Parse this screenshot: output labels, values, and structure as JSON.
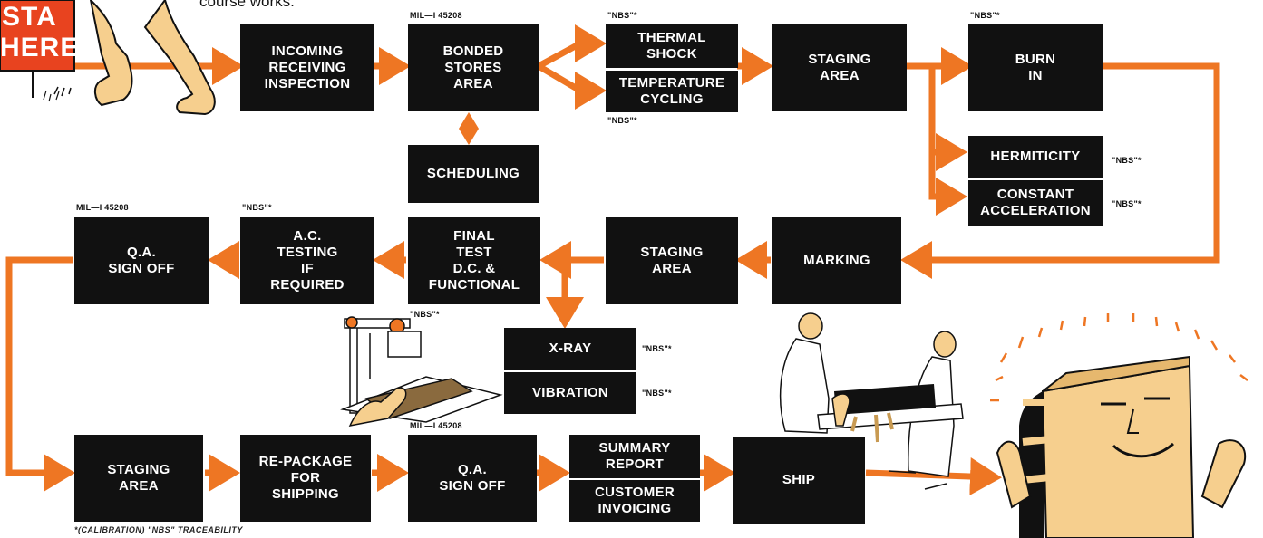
{
  "sign": {
    "line1": "STA",
    "line2": "HERE"
  },
  "intro_text": "course works.",
  "footnote": "*(CALIBRATION) \"NBS\" TRACEABILITY",
  "boxes": {
    "incoming": "INCOMING\nRECEIVING\nINSPECTION",
    "bonded": "BONDED\nSTORES\nAREA",
    "scheduling": "SCHEDULING",
    "thermal": "THERMAL\nSHOCK",
    "tempcycle": "TEMPERATURE\nCYCLING",
    "staging1": "STAGING\nAREA",
    "burnin": "BURN\nIN",
    "hermiticity": "HERMITICITY",
    "constaccel": "CONSTANT\nACCELERATION",
    "marking": "MARKING",
    "staging2": "STAGING\nAREA",
    "finaltest": "FINAL\nTEST\nD.C. &\nFUNCTIONAL",
    "actesting": "A.C.\nTESTING\nIF\nREQUIRED",
    "qasignoff1": "Q.A.\nSIGN OFF",
    "xray": "X-RAY",
    "vibration": "VIBRATION",
    "staging3": "STAGING\nAREA",
    "repackage": "RE-PACKAGE\nFOR\nSHIPPING",
    "qasignoff2": "Q.A.\nSIGN OFF",
    "summary": "SUMMARY\nREPORT",
    "invoicing": "CUSTOMER\nINVOICING",
    "ship": "SHIP"
  },
  "tags": {
    "mil_bonded": "MIL—I 45208",
    "nbs_thermal": "\"NBS\"*",
    "nbs_tempcycle": "\"NBS\"*",
    "nbs_burnin": "\"NBS\"*",
    "nbs_hermiticity": "\"NBS\"*",
    "nbs_constaccel": "\"NBS\"*",
    "mil_qa1": "MIL—I 45208",
    "nbs_actesting": "\"NBS\"*",
    "nbs_xraymachine": "\"NBS\"*",
    "nbs_xray": "\"NBS\"*",
    "nbs_vibration": "\"NBS\"*",
    "mil_qa2": "MIL—I 45208"
  },
  "colors": {
    "box": "#111111",
    "arrow": "#ee7623",
    "ink": "#111111",
    "sign": "#e8431f",
    "skin": "#f6cf8e"
  }
}
